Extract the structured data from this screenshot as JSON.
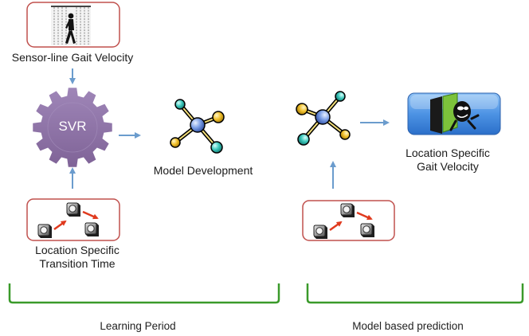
{
  "labels": {
    "sensor_line": "Sensor-line Gait Velocity",
    "svr": "SVR",
    "model_dev": "Model Development",
    "loc_gait_line1": "Location Specific",
    "loc_gait_line2": "Gait Velocity",
    "loc_trans_line1": "Location Specific",
    "loc_trans_line2": "Transition Time",
    "learning_period": "Learning Period",
    "model_prediction": "Model based prediction"
  },
  "icons": {
    "sensor_line_image": "walking-person-sensor-line-icon",
    "model_network": "molecule-network-icon",
    "sensor_transition": "motion-sensor-transition-icon",
    "gait_output": "person-exiting-door-icon"
  },
  "colors": {
    "box_border": "#c0504d",
    "arrow_blue": "#6b9ccd",
    "svr_gear": "#8e72a6",
    "bracket_green": "#3a9a2a",
    "sensor_arrow_red": "#e03a1e",
    "output_box_blue": "#3d7fd6"
  }
}
